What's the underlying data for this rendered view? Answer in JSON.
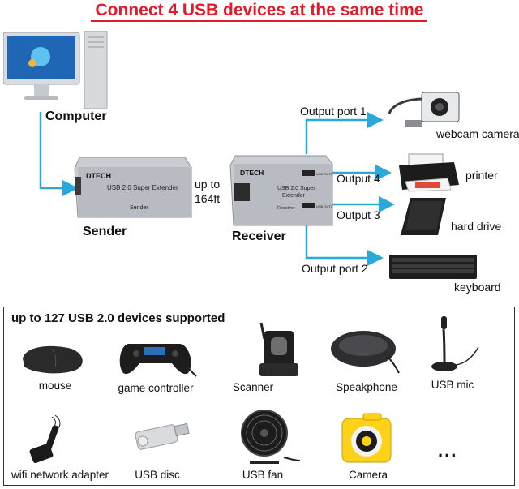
{
  "title": "Connect 4 USB devices at the same time",
  "labels": {
    "computer": "Computer",
    "sender": "Sender",
    "receiver": "Receiver",
    "distance_line1": "up to",
    "distance_line2": "164ft"
  },
  "sender_device": {
    "brand": "DTECH",
    "model": "USB 2.0 Super Extender",
    "role": "Sender"
  },
  "receiver_device": {
    "brand": "DTECH",
    "model_line1": "USB 2.0 Super",
    "model_line2": "Extender",
    "role": "Receiver",
    "port_label_top": "USB OUT1",
    "port_label_bottom": "USB OUT2"
  },
  "outputs": [
    {
      "label": "Output port 1",
      "device": "webcam camera"
    },
    {
      "label": "Output 4",
      "device": "printer"
    },
    {
      "label": "Output 3",
      "device": "hard drive"
    },
    {
      "label": "Output port 2",
      "device": "keyboard"
    }
  ],
  "supported": {
    "heading": "up to 127 USB 2.0 devices supported",
    "row1": [
      {
        "label": "mouse",
        "icon": "mouse-icon"
      },
      {
        "label": "game controller",
        "icon": "gamepad-icon"
      },
      {
        "label": "Scanner",
        "icon": "fingerprint-scanner-icon"
      },
      {
        "label": "Speakphone",
        "icon": "speakerphone-icon"
      },
      {
        "label": "USB mic",
        "icon": "microphone-icon"
      }
    ],
    "row2": [
      {
        "label": "wifi network adapter",
        "icon": "wifi-adapter-icon"
      },
      {
        "label": "USB disc",
        "icon": "usb-drive-icon"
      },
      {
        "label": "USB fan",
        "icon": "fan-icon"
      },
      {
        "label": "Camera",
        "icon": "camera-icon"
      },
      {
        "label": "...",
        "icon": "ellipsis"
      }
    ]
  },
  "colors": {
    "title": "#e21b2b",
    "arrow": "#29a8d9",
    "device_body": "#b8bcc2"
  }
}
